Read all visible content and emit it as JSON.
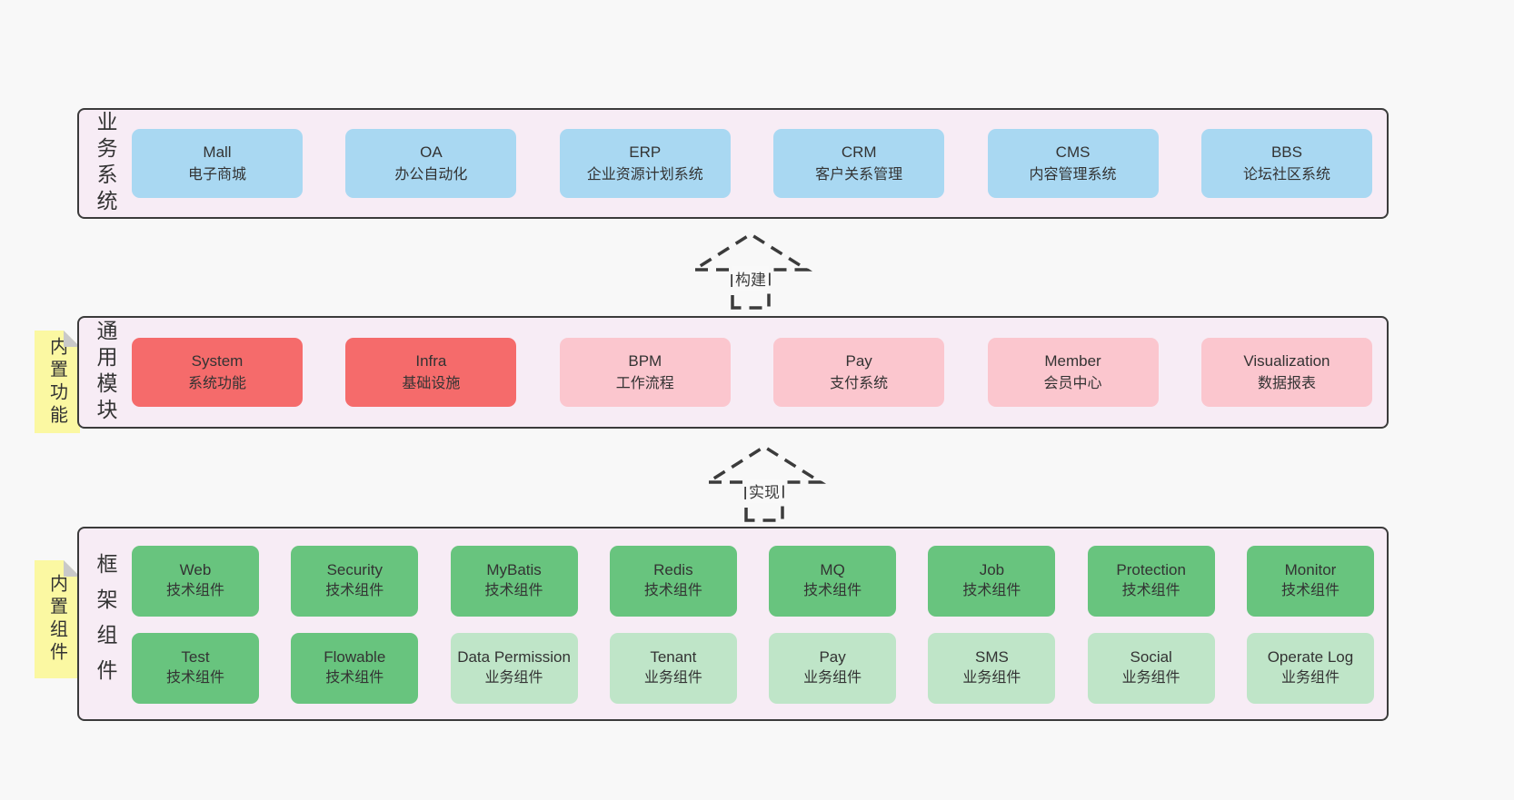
{
  "colors": {
    "page_bg": "#f8f8f8",
    "panel_bg": "#f7ecf5",
    "panel_border": "#3b3b3b",
    "box_blue": "#a9d8f2",
    "box_red": "#f56b6b",
    "box_pink": "#fbc6ce",
    "box_green": "#68c47e",
    "box_green_light": "#bfe5c8",
    "note_yellow": "#fbf8a2",
    "note_fold": "#c9c9c9",
    "text": "#333333"
  },
  "arrows": [
    {
      "label": "构建"
    },
    {
      "label": "实现"
    }
  ],
  "sections": {
    "business": {
      "label": "业务系统",
      "boxes": [
        {
          "name": "Mall",
          "desc": "电子商城",
          "type": "blue"
        },
        {
          "name": "OA",
          "desc": "办公自动化",
          "type": "blue"
        },
        {
          "name": "ERP",
          "desc": "企业资源计划系统",
          "type": "blue"
        },
        {
          "name": "CRM",
          "desc": "客户关系管理",
          "type": "blue"
        },
        {
          "name": "CMS",
          "desc": "内容管理系统",
          "type": "blue"
        },
        {
          "name": "BBS",
          "desc": "论坛社区系统",
          "type": "blue"
        }
      ]
    },
    "modules": {
      "label": "通用模块",
      "note": "内置功能",
      "boxes": [
        {
          "name": "System",
          "desc": "系统功能",
          "type": "red"
        },
        {
          "name": "Infra",
          "desc": "基础设施",
          "type": "red"
        },
        {
          "name": "BPM",
          "desc": "工作流程",
          "type": "pink"
        },
        {
          "name": "Pay",
          "desc": "支付系统",
          "type": "pink"
        },
        {
          "name": "Member",
          "desc": "会员中心",
          "type": "pink"
        },
        {
          "name": "Visualization",
          "desc": "数据报表",
          "type": "pink"
        }
      ]
    },
    "framework": {
      "label": "框架组件",
      "note": "内置组件",
      "rows": [
        [
          {
            "name": "Web",
            "desc": "技术组件",
            "type": "green"
          },
          {
            "name": "Security",
            "desc": "技术组件",
            "type": "green"
          },
          {
            "name": "MyBatis",
            "desc": "技术组件",
            "type": "green"
          },
          {
            "name": "Redis",
            "desc": "技术组件",
            "type": "green"
          },
          {
            "name": "MQ",
            "desc": "技术组件",
            "type": "green"
          },
          {
            "name": "Job",
            "desc": "技术组件",
            "type": "green"
          },
          {
            "name": "Protection",
            "desc": "技术组件",
            "type": "green"
          },
          {
            "name": "Monitor",
            "desc": "技术组件",
            "type": "green"
          }
        ],
        [
          {
            "name": "Test",
            "desc": "技术组件",
            "type": "green"
          },
          {
            "name": "Flowable",
            "desc": "技术组件",
            "type": "green"
          },
          {
            "name": "Data Permission",
            "desc": "业务组件",
            "type": "green-light"
          },
          {
            "name": "Tenant",
            "desc": "业务组件",
            "type": "green-light"
          },
          {
            "name": "Pay",
            "desc": "业务组件",
            "type": "green-light"
          },
          {
            "name": "SMS",
            "desc": "业务组件",
            "type": "green-light"
          },
          {
            "name": "Social",
            "desc": "业务组件",
            "type": "green-light"
          },
          {
            "name": "Operate Log",
            "desc": "业务组件",
            "type": "green-light"
          }
        ]
      ]
    }
  }
}
